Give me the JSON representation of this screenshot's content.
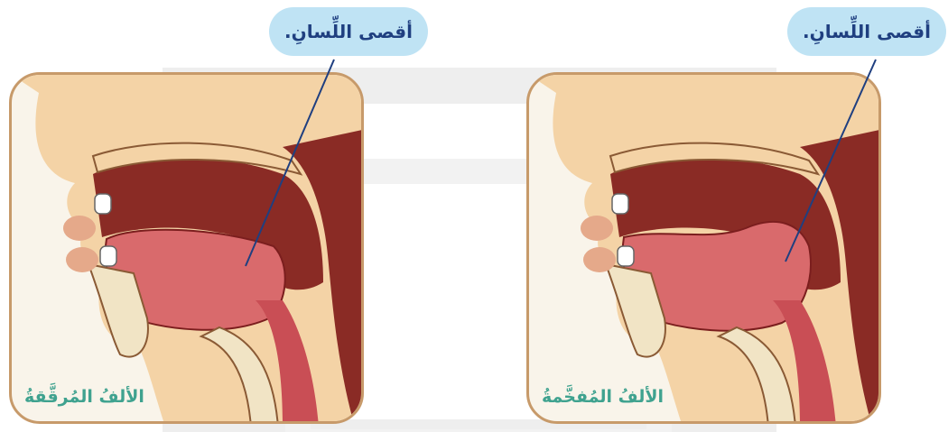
{
  "diagrams": [
    {
      "callout_text": "أقصى اللِّسانِ.",
      "caption": "الألفُ المُرقَّقةُ"
    },
    {
      "callout_text": "أقصى اللِّسانِ.",
      "caption": "الألفُ المُفخَّمةُ"
    }
  ],
  "colors": {
    "border": "#c79a6a",
    "callout_bg": "#bfe3f4",
    "callout_text": "#1f3f80",
    "caption": "#3fa28f",
    "skin": "#f4d3a6",
    "tongue": "#d96a6c",
    "palate": "#8a2b25"
  }
}
